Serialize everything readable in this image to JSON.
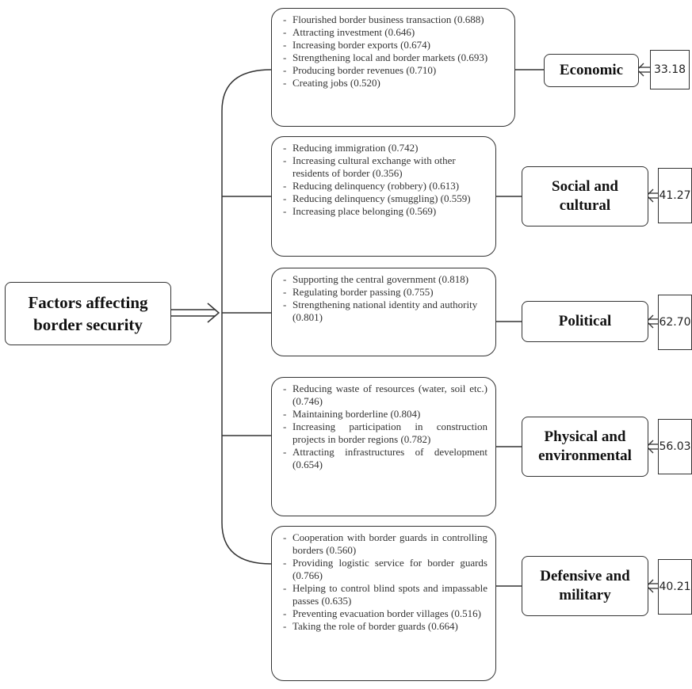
{
  "root": {
    "line1": "Factors affecting",
    "line2": "border security"
  },
  "categories": [
    {
      "name": "Economic",
      "score": "33.18",
      "items": [
        "Flourished border business transaction (0.688)",
        "Attracting investment (0.646)",
        "Increasing border exports (0.674)",
        "Strengthening local and border markets (0.693)",
        "Producing border revenues (0.710)",
        "Creating jobs (0.520)"
      ]
    },
    {
      "name": "Social and cultural",
      "score": "41.27",
      "items": [
        "Reducing immigration (0.742)",
        "Increasing cultural exchange with other residents of border (0.356)",
        "Reducing delinquency (robbery) (0.613)",
        "Reducing delinquency (smuggling) (0.559)",
        "Increasing place belonging (0.569)"
      ]
    },
    {
      "name": "Political",
      "score": "62.70",
      "items": [
        "Supporting the central government (0.818)",
        "Regulating border passing (0.755)",
        "Strengthening national identity and authority (0.801)"
      ]
    },
    {
      "name": "Physical and environmental",
      "score": "56.03",
      "items": [
        "Reducing waste of resources (water, soil etc.) (0.746)",
        "Maintaining borderline (0.804)",
        "Increasing participation in construction projects in border regions (0.782)",
        "Attracting infrastructures of development (0.654)"
      ]
    },
    {
      "name": "Defensive and military",
      "score": "40.21",
      "items": [
        "Cooperation with border guards in controlling borders (0.560)",
        "Providing logistic service for border guards (0.766)",
        "Helping to control blind spots and impassable passes (0.635)",
        "Preventing evacuation border villages (0.516)",
        "Taking the role of border guards (0.664)"
      ]
    }
  ]
}
